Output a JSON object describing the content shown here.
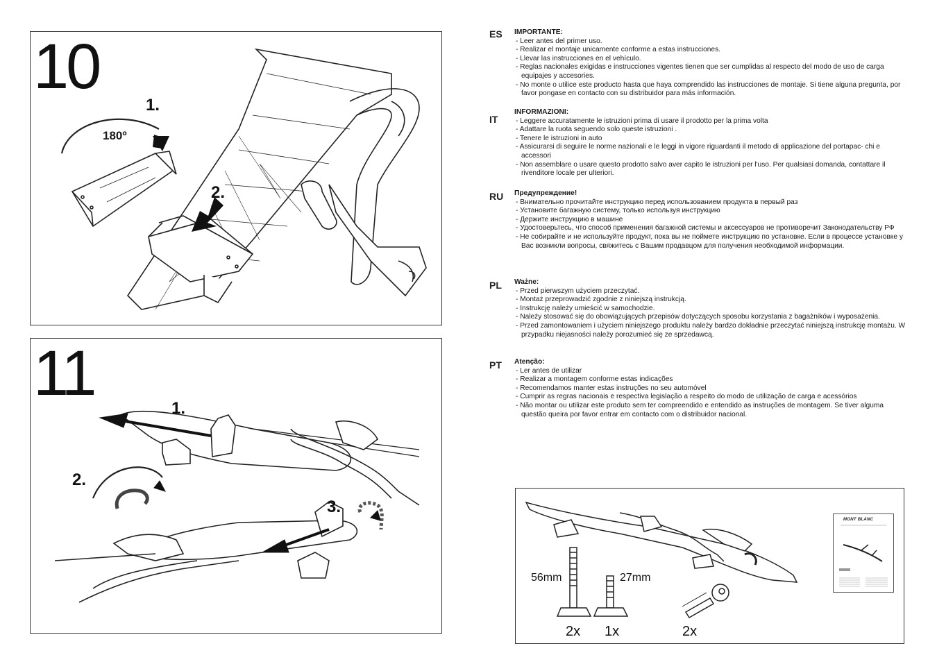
{
  "panel10": {
    "number": "10",
    "step1": "1.",
    "step2": "2.",
    "rotation": "180º"
  },
  "panel11": {
    "number": "11",
    "step1": "1.",
    "step2": "2.",
    "step3": "3."
  },
  "languages": [
    {
      "code": "ES",
      "heading": "IMPORTANTE:",
      "items": [
        "- Leer antes del primer uso.",
        "- Realizar el montaje unicamente conforme a estas instrucciones.",
        "- Llevar las instrucciones en el vehículo.",
        "- Reglas nacionales exigidas e instrucciones vigentes tienen que ser cumplidas al respecto del modo de uso de carga equipajes y accesories.",
        "- No monte o utilice este producto hasta que haya comprendido las instrucciones de montaje. Si tiene alguna pregunta, por favor pongase en contacto con su distribuidor para más información."
      ]
    },
    {
      "code": "IT",
      "heading": "INFORMAZIONI:",
      "items": [
        "- Leggere accuratamente le istruzioni prima di usare il prodotto per la prima volta",
        "- Adattare la ruota  seguendo solo  queste istruzioni .",
        "- Tenere le istruzioni in auto",
        "- Assicurarsi di seguire le norme nazionali e le leggi in vigore riguardanti il metodo di applicazione del portapac- chi e accessori",
        "- Non assemblare o usare questo prodotto salvo aver capito le istruzioni per l'uso. Per qualsiasi domanda, contattare il rivenditore locale per ulteriori."
      ]
    },
    {
      "code": "RU",
      "heading": "Предупреждение!",
      "items": [
        "- Внимательно прочитайте инструкцию перед использованием продукта в первый раз",
        "- Установите багажную систему, только используя инструкцию",
        "- Держите инструкцию в машине",
        "- Удостоверьтесь, что способ применения багажной системы и аксессуаров не противоречит Законодательству РФ",
        "- Не собирайте и не используйте продукт, пока вы не поймете инструкцию по установке. Если в процессе установке у Вас возникли вопросы, свяжитесь с Вашим продавцом для получения необходимой информации."
      ]
    },
    {
      "code": "PL",
      "heading": "Ważne:",
      "items": [
        "- Przed pierwszym użyciem przeczytać.",
        "- Montaż przeprowadzić zgodnie z niniejszą instrukcją.",
        "- Instrukcję należy umieścić w samochodzie.",
        "- Należy stosować się do obowiązujących przepisów dotyczących sposobu korzystania z bagażników i wyposażenia.",
        "- Przed zamontowaniem i użyciem niniejszego produktu należy bardzo dokładnie przeczytać niniejszą instrukcję montażu. W przypadku niejasności należy porozumieć się ze sprzedawcą."
      ]
    },
    {
      "code": "PT",
      "heading": "Atenção:",
      "items": [
        "- Ler antes de utilizar",
        "- Realizar a montagem conforme estas indicações",
        "- Recomendamos manter estas instruções no seu automóvel",
        "- Cumprir as regras nacionais e respectiva legislação a respeito do modo de utilização de carga e acessórios",
        "- Não montar ou utilizar este produto sem ter compreendido e entendido as instruções de montagem. Se tiver alguma questão queira por favor entrar em contacto com o distribuidor nacional."
      ]
    }
  ],
  "included": {
    "bolt_long": "56mm",
    "bolt_short": "27mm",
    "qty_long": "2x",
    "qty_short": "1x",
    "qty_key": "2x",
    "booklet_brand": "MONT BLANC"
  }
}
